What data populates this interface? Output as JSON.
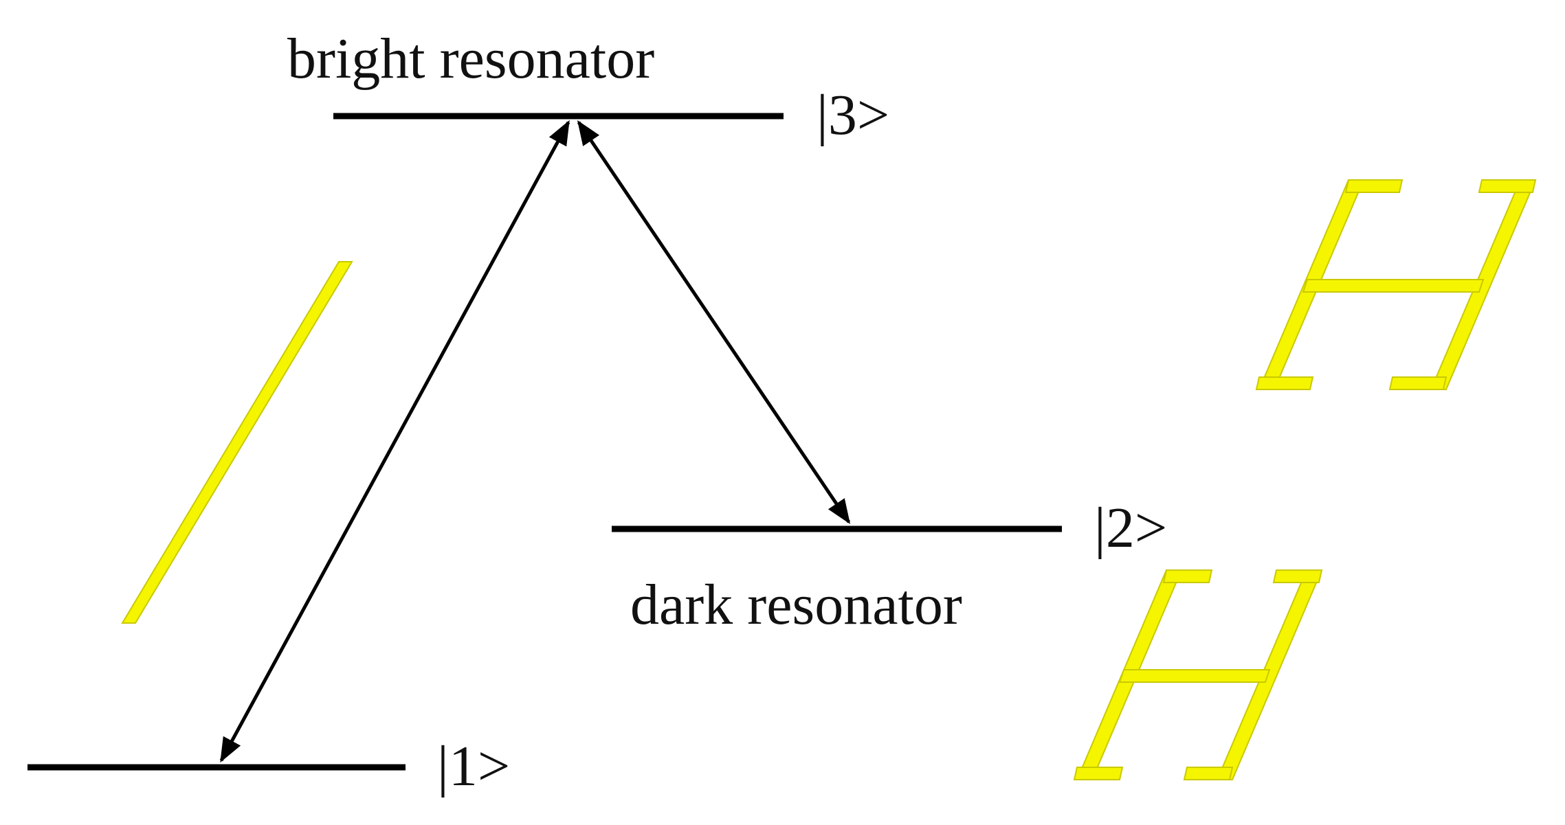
{
  "labels": {
    "bright": "bright resonator",
    "dark": "dark resonator"
  },
  "levels": [
    {
      "id": "state-1",
      "ket": "|1>"
    },
    {
      "id": "state-2",
      "ket": "|2>"
    },
    {
      "id": "state-3",
      "ket": "|3>"
    }
  ],
  "transitions": [
    {
      "from": "state-1",
      "to": "state-3",
      "bidirectional": true
    },
    {
      "from": "state-3",
      "to": "state-2",
      "bidirectional": true
    }
  ],
  "icons": {
    "bright_resonator": "cut-wire-resonator-icon",
    "dark_resonator": "split-ring-resonator-pair-icon"
  },
  "colors": {
    "lines": "#000000",
    "resonator_fill": "#f5f500",
    "resonator_stroke": "#c9c900",
    "background": "#ffffff"
  }
}
